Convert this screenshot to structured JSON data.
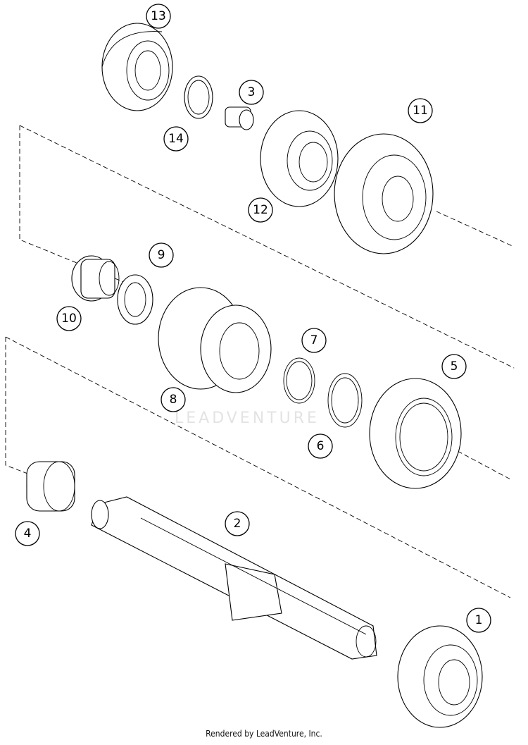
{
  "diagram": {
    "callouts": [
      "1",
      "2",
      "3",
      "4",
      "5",
      "6",
      "7",
      "8",
      "9",
      "10",
      "11",
      "12",
      "13",
      "14"
    ],
    "watermark": "LEADVENTURE",
    "footer": "Rendered by LeadVenture, Inc."
  }
}
